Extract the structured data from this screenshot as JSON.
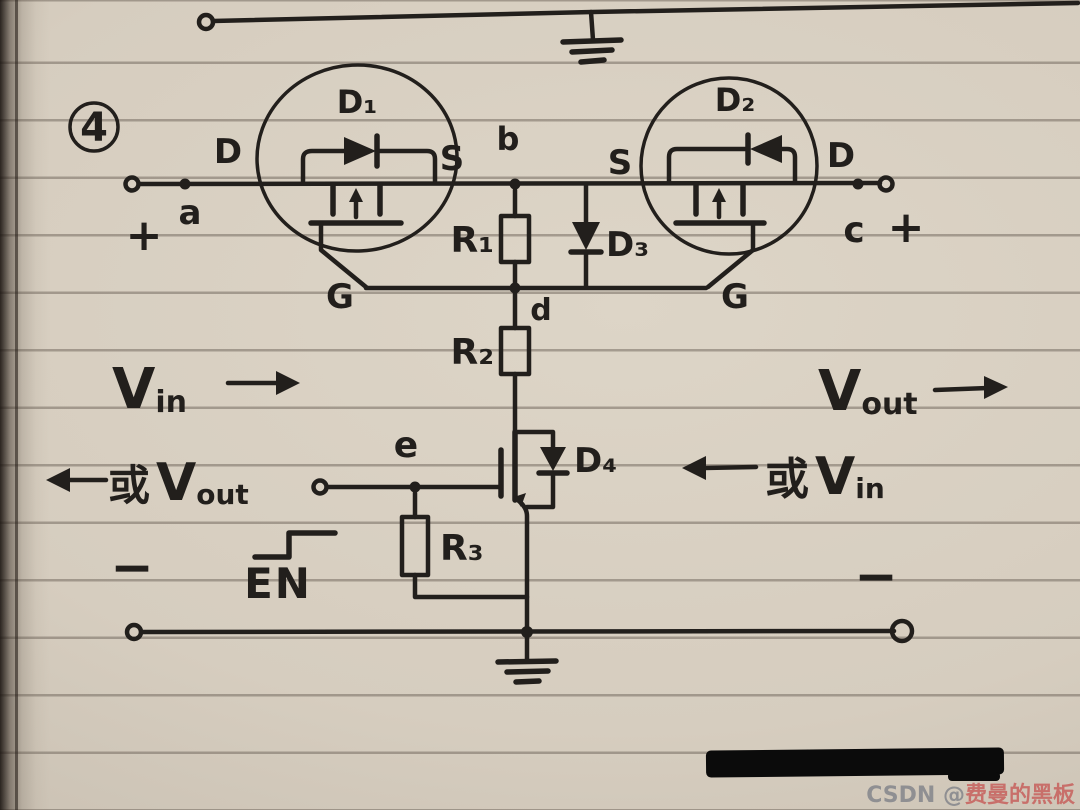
{
  "figure": {
    "number": "4"
  },
  "components": {
    "d1": "D₁",
    "d2": "D₂",
    "d3": "D₃",
    "d4": "D₄",
    "r1": "R₁",
    "r2": "R₂",
    "r3": "R₃"
  },
  "labels": {
    "d_left": "D",
    "s_left": "S",
    "s_right": "S",
    "d_right": "D",
    "g_left": "G",
    "g_right": "G",
    "a": "a",
    "b": "b",
    "c": "c",
    "d": "d",
    "e": "e"
  },
  "annotations": {
    "vin": {
      "main": "V",
      "sub": "in"
    },
    "vout": {
      "main": "V",
      "sub": "out"
    },
    "alt_vout": {
      "prefix": "或",
      "main": "V",
      "sub": "out"
    },
    "alt_vin": {
      "prefix": "或",
      "main": "V",
      "sub": "in"
    },
    "enable": "EN",
    "plus_left": "+",
    "plus_right": "+",
    "minus_left": "−",
    "minus_right": "−"
  },
  "watermark": {
    "site": "CSDN @",
    "author": "费曼的黑板"
  },
  "colors": {
    "ink": "#221f1c",
    "paper": "#d6cdbf",
    "redaction": "#0b0b0b"
  }
}
